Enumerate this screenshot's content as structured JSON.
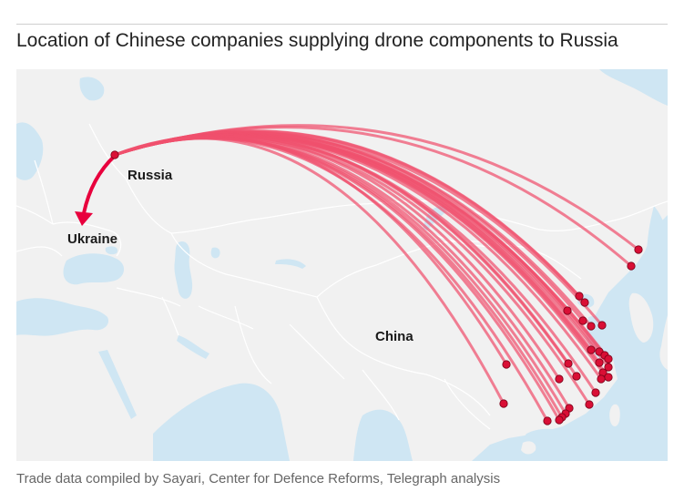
{
  "title": "Location of Chinese companies supplying drone components to Russia",
  "source": "Trade data compiled by Sayari, Center for Defence Reforms, Telegraph analysis",
  "map": {
    "labels": {
      "russia": "Russia",
      "ukraine": "Ukraine",
      "china": "China"
    },
    "origin_name": "Russia",
    "colors": {
      "sea": "#cfe6f3",
      "land": "#f1f1f1",
      "land_alt": "#ebebeb",
      "border": "#ffffff",
      "arc": "#f0506e",
      "arrow": "#e8003d",
      "dot": "#d90f35"
    },
    "company_locations_count": 38
  }
}
